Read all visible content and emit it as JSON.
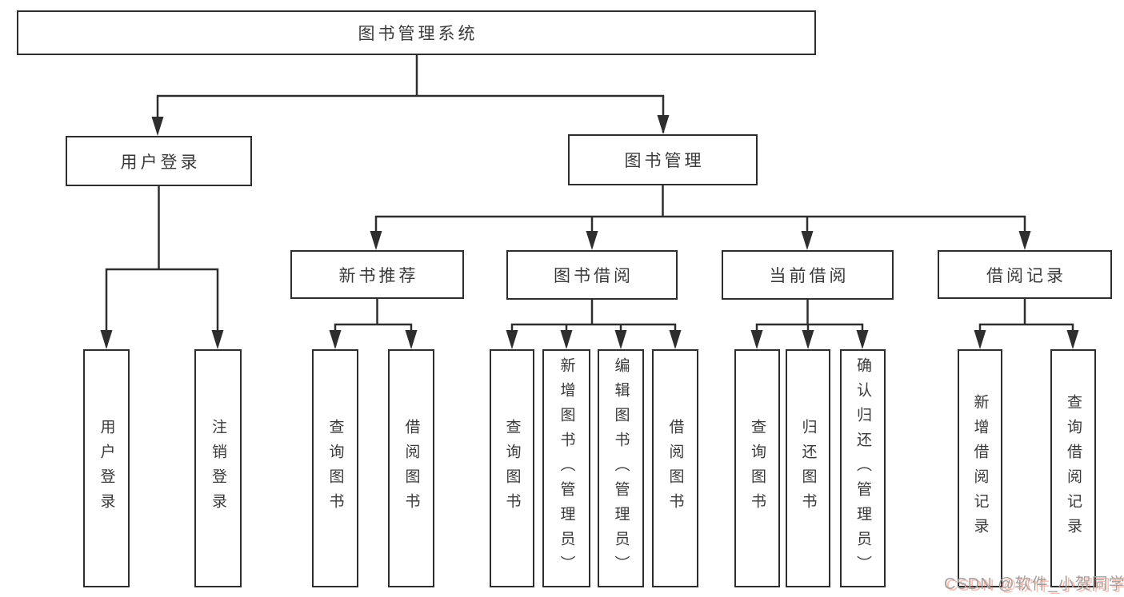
{
  "tree": {
    "label": "图书管理系统",
    "children": [
      {
        "label": "用户登录",
        "children": [
          {
            "label": "用户登录"
          },
          {
            "label": "注销登录"
          }
        ]
      },
      {
        "label": "图书管理",
        "children": [
          {
            "label": "新书推荐",
            "children": [
              {
                "label": "查询图书"
              },
              {
                "label": "借阅图书"
              }
            ]
          },
          {
            "label": "图书借阅",
            "children": [
              {
                "label": "查询图书"
              },
              {
                "label": "新增图书（管理员）"
              },
              {
                "label": "编辑图书（管理员）"
              },
              {
                "label": "借阅图书"
              }
            ]
          },
          {
            "label": "当前借阅",
            "children": [
              {
                "label": "查询图书"
              },
              {
                "label": "归还图书"
              },
              {
                "label": "确认归还（管理员）"
              }
            ]
          },
          {
            "label": "借阅记录",
            "children": [
              {
                "label": "新增借阅记录"
              },
              {
                "label": "查询借阅记录"
              }
            ]
          }
        ]
      }
    ]
  },
  "watermark": {
    "text": "CSDN @软件_小贺同学"
  },
  "colors": {
    "line": "#2e2e2e",
    "box_border": "#2e2e2e",
    "text": "#3a3a3a",
    "background": "#ffffff",
    "watermark_gray": "#a2a2a2",
    "watermark_accent": "#fc5531"
  }
}
